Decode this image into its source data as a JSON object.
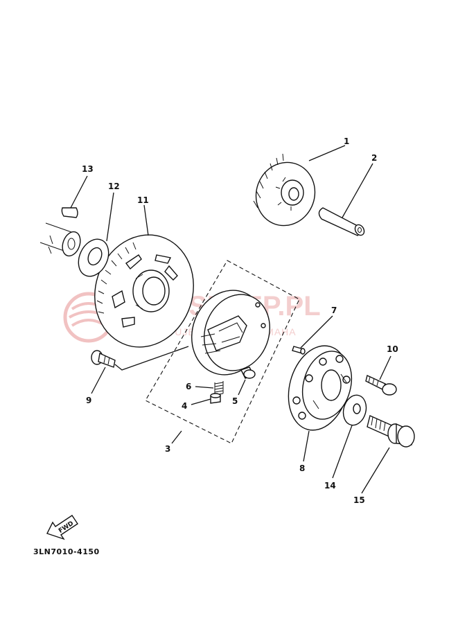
{
  "diagram_code": "3LN7010-4150",
  "fwd_label": "FWD",
  "watermark": {
    "main": "AMSKLEP.PL",
    "sub": "WUJEK DEALER YAMAHA"
  },
  "callouts": [
    {
      "id": "1",
      "text": "1"
    },
    {
      "id": "2",
      "text": "2"
    },
    {
      "id": "3",
      "text": "3"
    },
    {
      "id": "4",
      "text": "4"
    },
    {
      "id": "5",
      "text": "5"
    },
    {
      "id": "6",
      "text": "6"
    },
    {
      "id": "7",
      "text": "7"
    },
    {
      "id": "8",
      "text": "8"
    },
    {
      "id": "9",
      "text": "9"
    },
    {
      "id": "10",
      "text": "10"
    },
    {
      "id": "11",
      "text": "11"
    },
    {
      "id": "12",
      "text": "12"
    },
    {
      "id": "13",
      "text": "13"
    },
    {
      "id": "14",
      "text": "14"
    },
    {
      "id": "15",
      "text": "15"
    }
  ]
}
